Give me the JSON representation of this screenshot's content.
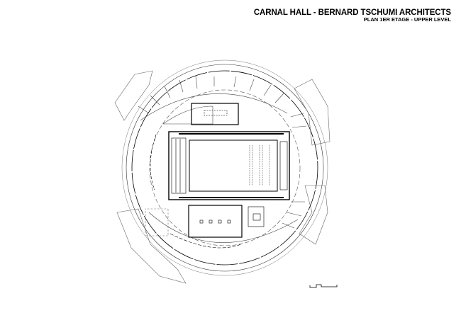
{
  "title": {
    "main": "CARNAL HALL - BERNARD TSCHUMI ARCHITECTS",
    "sub": "PLAN 1ER ETAGE - UPPER LEVEL"
  },
  "drawing": {
    "type": "architectural floor plan",
    "line_color": "#000000",
    "background": "#ffffff"
  },
  "scale_bar": {
    "present": true
  }
}
